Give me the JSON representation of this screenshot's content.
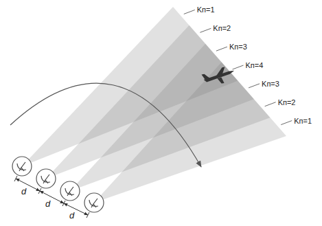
{
  "diagram": {
    "labels": [
      "Kп=1",
      "Kп=2",
      "Kп=3",
      "Kп=4",
      "Kп=3",
      "Kп=2",
      "Kп=1",
      "d",
      "d",
      "d"
    ]
  }
}
